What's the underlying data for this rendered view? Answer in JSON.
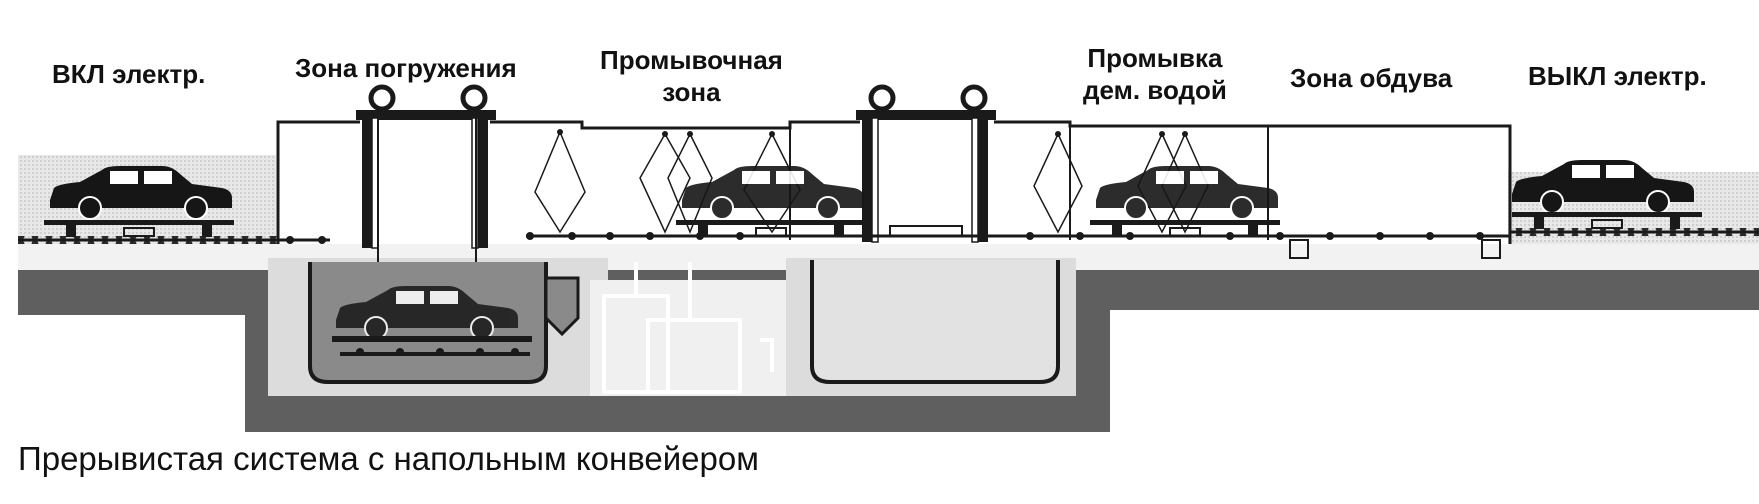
{
  "zones": [
    {
      "id": "power-on",
      "label": "ВКЛ электр."
    },
    {
      "id": "immersion",
      "label": "Зона погружения"
    },
    {
      "id": "rinse",
      "label_line1": "Промывочная",
      "label_line2": "зона"
    },
    {
      "id": "deionized-rinse",
      "label_line1": "Промывка",
      "label_line2": "дем. водой"
    },
    {
      "id": "blow-off",
      "label": "Зона обдува"
    },
    {
      "id": "power-off",
      "label": "ВЫКЛ электр."
    }
  ],
  "caption": "Прерывистая система с напольным конвейером",
  "colors": {
    "ground": "#5f5f5f",
    "tank_fill": "#c8c8c8",
    "car": "#161616",
    "line": "#1a1a1a",
    "floor": "#e6e6e6"
  }
}
